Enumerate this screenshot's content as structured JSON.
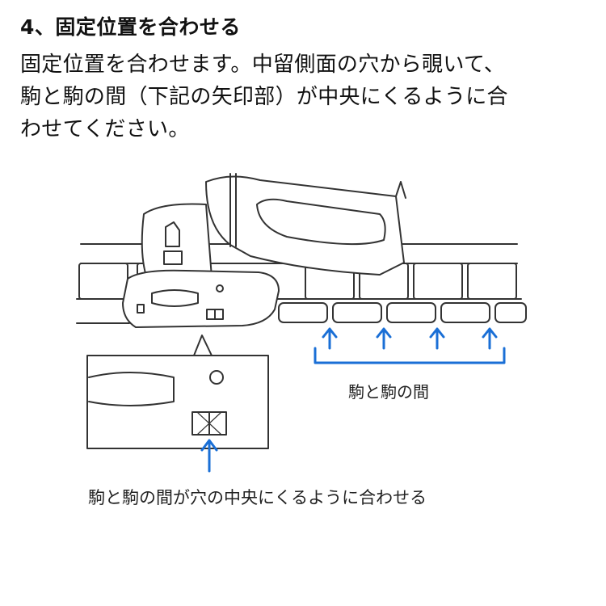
{
  "step_heading": "4、固定位置を合わせる",
  "instructions": [
    "固定位置を合わせます。中留側面の穴から覗いて、",
    "駒と駒の間（下記の矢印部）が中央にくるように合",
    "わせてください。"
  ],
  "figure": {
    "label_right": "駒と駒の間",
    "label_bottom": "駒と駒の間が穴の中央にくるように合わせる",
    "accent_color": "#1a6fd6"
  }
}
